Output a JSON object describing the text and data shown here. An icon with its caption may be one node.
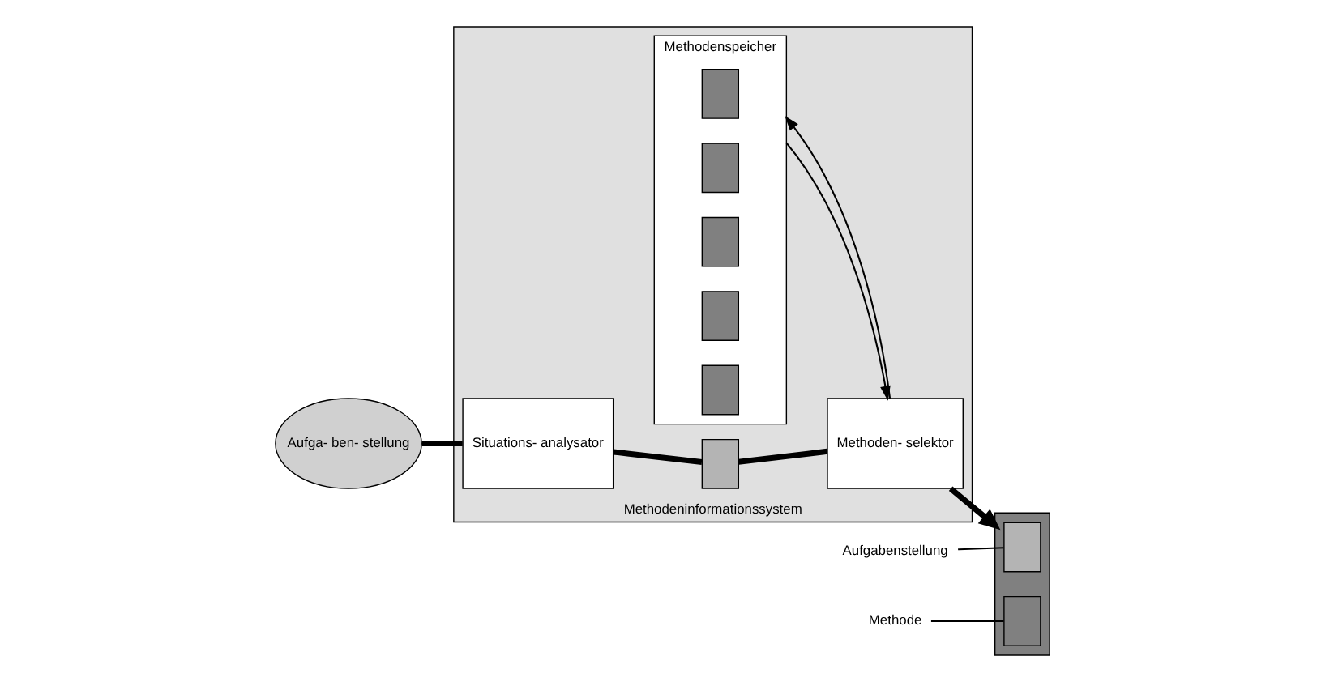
{
  "diagram": {
    "nodes": [
      {
        "text": [
          "Aufga- ben- stellung"
        ]
      },
      {
        "text": [
          "Methodeninformationssystem"
        ]
      },
      {
        "text": [
          "Situations- analysator"
        ],
        "in": 1
      },
      {
        "text": [],
        "shape": "box",
        "in": 1
      },
      {
        "text": [
          "Methoden- selektor"
        ],
        "in": 1
      },
      {
        "text": [
          "Methodenspeicher"
        ],
        "in": 1
      },
      {
        "text": [],
        "shape": "box",
        "in": 5
      },
      {
        "text": [],
        "shape": "box",
        "in": 5
      },
      {
        "text": [],
        "shape": "box",
        "in": 5
      },
      {
        "text": [],
        "shape": "box",
        "in": 5
      },
      {
        "text": [],
        "shape": "box",
        "in": 5
      },
      {
        "text": [],
        "shape": "box"
      },
      {
        "text": [],
        "shape": "box",
        "in": 11
      },
      {
        "text": [],
        "shape": "box",
        "in": 11
      },
      {
        "text": [
          "Aufgabenstellung"
        ]
      },
      {
        "text": [
          "Methode"
        ]
      }
    ],
    "edges": [
      {
        "from": 0,
        "to": 2,
        "arrow": "none",
        "style": "thick"
      },
      {
        "from": 2,
        "to": 3,
        "arrow": "none",
        "style": "thick"
      },
      {
        "from": 3,
        "to": 4,
        "arrow": "none",
        "style": "thick"
      },
      {
        "from": 4,
        "to": 11,
        "arrow": "to",
        "style": "thick"
      },
      {
        "from": 4,
        "to": 5,
        "arrow": "to"
      },
      {
        "from": 5,
        "to": 4,
        "arrow": "to"
      },
      {
        "from": 14,
        "to": 12,
        "arrow": "none"
      },
      {
        "from": 15,
        "to": 13,
        "arrow": "none"
      }
    ]
  }
}
